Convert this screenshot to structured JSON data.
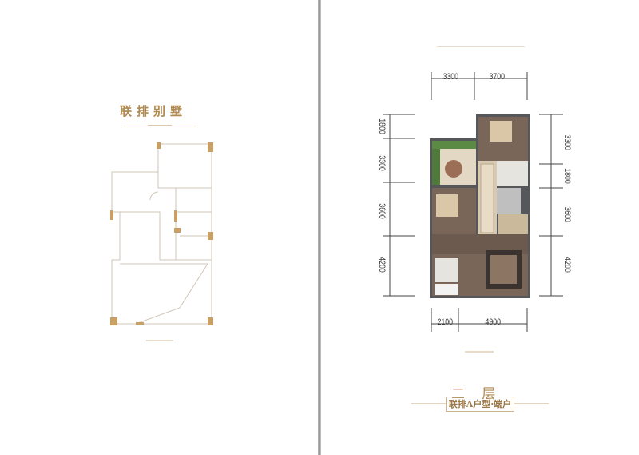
{
  "left_page": {
    "title": "联排别墅"
  },
  "right_page": {
    "floor_label": "二 层",
    "unit_type": "联排A户型·端户",
    "dimensions": {
      "top": [
        "3300",
        "3700"
      ],
      "bottom": [
        "2100",
        "4900"
      ],
      "left": [
        "1800",
        "3300",
        "3600",
        "4200"
      ],
      "right": [
        "3300",
        "1800",
        "3600",
        "4200"
      ]
    }
  },
  "colors": {
    "accent_gold": "#b08a52",
    "floor_wood": "#7a6658",
    "wall": "#55575a"
  }
}
